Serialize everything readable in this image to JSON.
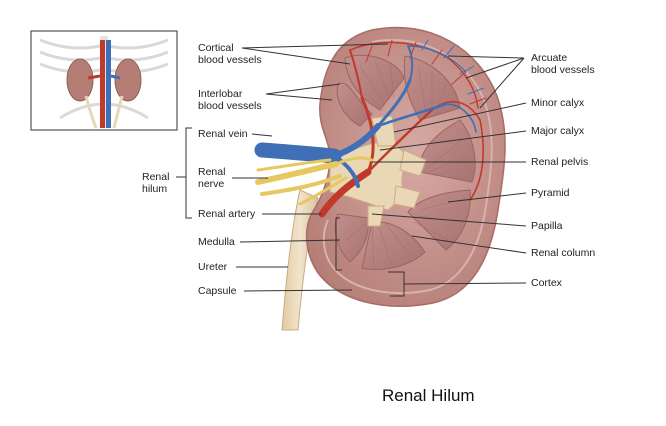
{
  "caption": "Renal Hilum",
  "labels": {
    "cortical_blood_vessels": "Cortical\nblood vessels",
    "interlobar_blood_vessels": "Interlobar\nblood vessels",
    "renal_vein": "Renal vein",
    "renal_hilum": "Renal\nhilum",
    "renal_nerve": "Renal\nnerve",
    "renal_artery": "Renal artery",
    "medulla": "Medulla",
    "ureter": "Ureter",
    "capsule": "Capsule",
    "arcuate_blood_vessels": "Arcuate\nblood vessels",
    "minor_calyx": "Minor calyx",
    "major_calyx": "Major calyx",
    "renal_pelvis": "Renal pelvis",
    "pyramid": "Pyramid",
    "papilla": "Papilla",
    "renal_column": "Renal column",
    "cortex": "Cortex"
  },
  "colors": {
    "cortex": "#c8958f",
    "medulla": "#b98583",
    "capsule_edge": "#a86c66",
    "vein": "#3f6fb6",
    "artery": "#c03a2b",
    "nerve": "#e6c760",
    "ureter": "#ead7b6",
    "leader": "#333333"
  }
}
